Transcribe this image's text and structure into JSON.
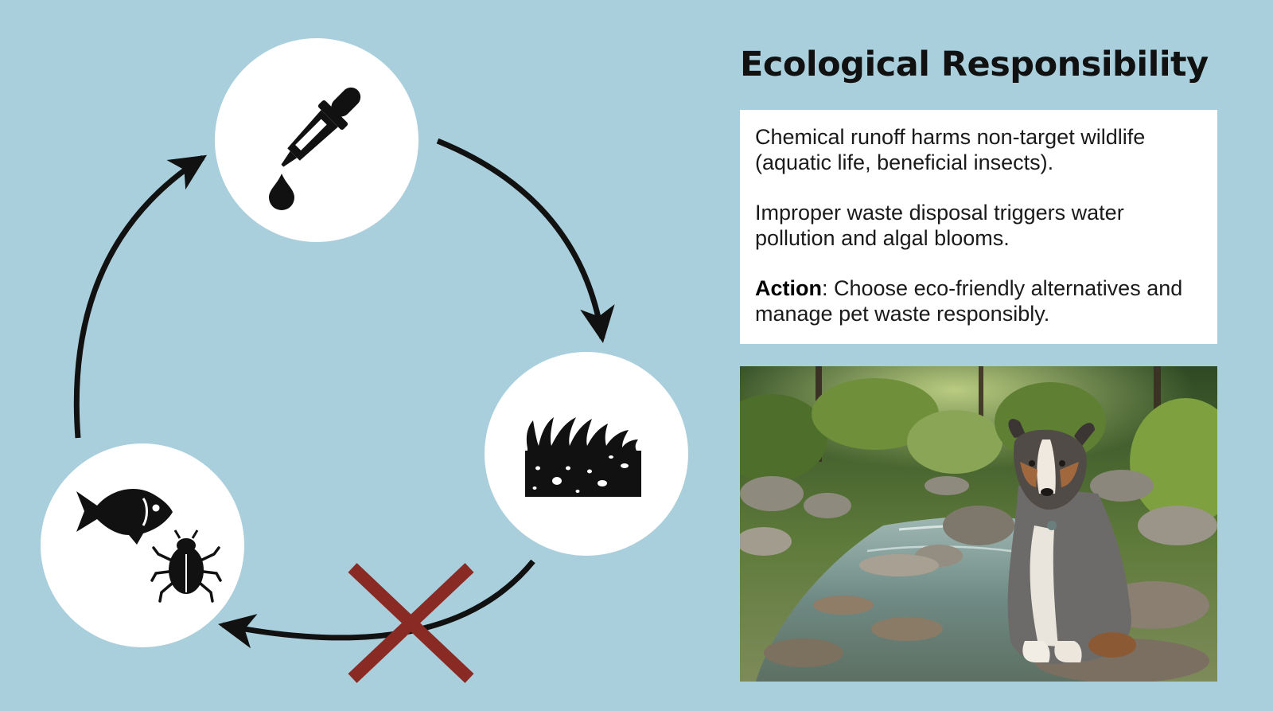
{
  "header": {
    "title": "Ecological Responsibility"
  },
  "info_box": {
    "paragraph_1": "Chemical runoff harms non-target wildlife (aquatic life, beneficial insects).",
    "paragraph_2": "Improper waste disposal triggers water pollution and algal blooms.",
    "action_label": "Action",
    "action_text": ": Choose eco-friendly alternatives and manage pet waste responsibly."
  },
  "cycle": {
    "nodes": [
      {
        "icon": "dropper-icon"
      },
      {
        "icon": "soil-grass-icon"
      },
      {
        "icon": "fish-icon"
      },
      {
        "icon": "beetle-icon"
      }
    ],
    "blocked_marker": "cross-icon"
  },
  "photo": {
    "subject": "dog-by-stream-photo"
  },
  "colors": {
    "background": "#a9cfdc",
    "arrow": "#111111",
    "cross": "#8a2a24",
    "circle": "#ffffff"
  }
}
